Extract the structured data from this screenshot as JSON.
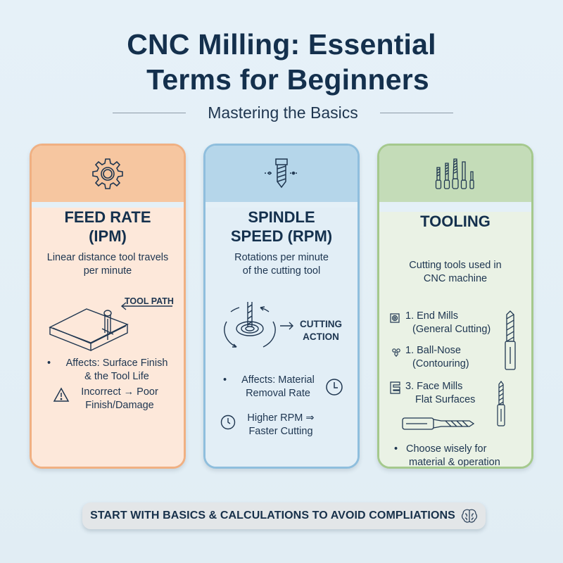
{
  "header": {
    "title_line1": "CNC Milling: Essential",
    "title_line2": "Terms for Beginners",
    "subtitle": "Mastering the Basics"
  },
  "cards": [
    {
      "icon": "gear-icon",
      "title_line1": "FEED RATE",
      "title_line2": "(IPM)",
      "description_line1": "Linear distance tool travels",
      "description_line2": "per minute",
      "diagram_label": "TOOL PATH",
      "bullet_line1": "Affects: Surface Finish",
      "bullet_line2": "& the Tool Life",
      "warning_line1": "Incorrect → Poor",
      "warning_line2": "Finish/Damage",
      "colors": {
        "border": "#f0b082",
        "header": "#f6c6a0",
        "body": "#fde8da"
      }
    },
    {
      "icon": "spindle-drill-icon",
      "title_line1": "SPINDLE",
      "title_line2": "SPEED (RPM)",
      "description_line1": "Rotations per minute",
      "description_line2": "of the cutting tool",
      "diagram_label_line1": "CUTTING",
      "diagram_label_line2": "ACTION",
      "bullet_line1": "Affects: Material",
      "bullet_line2": "Removal Rate",
      "note_line1": "Higher RPM ⇒",
      "note_line2": "Faster Cutting",
      "colors": {
        "border": "#8fbedd",
        "header": "#b5d6ea",
        "body": "#e2eef6"
      }
    },
    {
      "icon": "tool-set-icon",
      "title_line1": "TOOLING",
      "description_line1": "Cutting tools used in",
      "description_line2": "CNC machine",
      "items": [
        {
          "label_line1": "1. End Mills",
          "label_line2": "(General Cutting)",
          "icon": "end-mill-icon"
        },
        {
          "label_line1": "1. Ball-Nose",
          "label_line2": "(Contouring)",
          "icon": "ball-nose-icon"
        },
        {
          "label_line1": "3. Face Mills",
          "label_line2": "Flat Surfaces",
          "icon": "face-mill-icon"
        }
      ],
      "bullet_line1": "Choose wisely for",
      "bullet_line2": "material & operation",
      "colors": {
        "border": "#a5c98d",
        "header": "#c4dcb8",
        "body": "#eaf2e5"
      }
    }
  ],
  "footer": {
    "banner_text": "START WITH BASICS & CALCULATIONS TO AVOID COMPLIATIONS",
    "icon": "brain-icon"
  }
}
